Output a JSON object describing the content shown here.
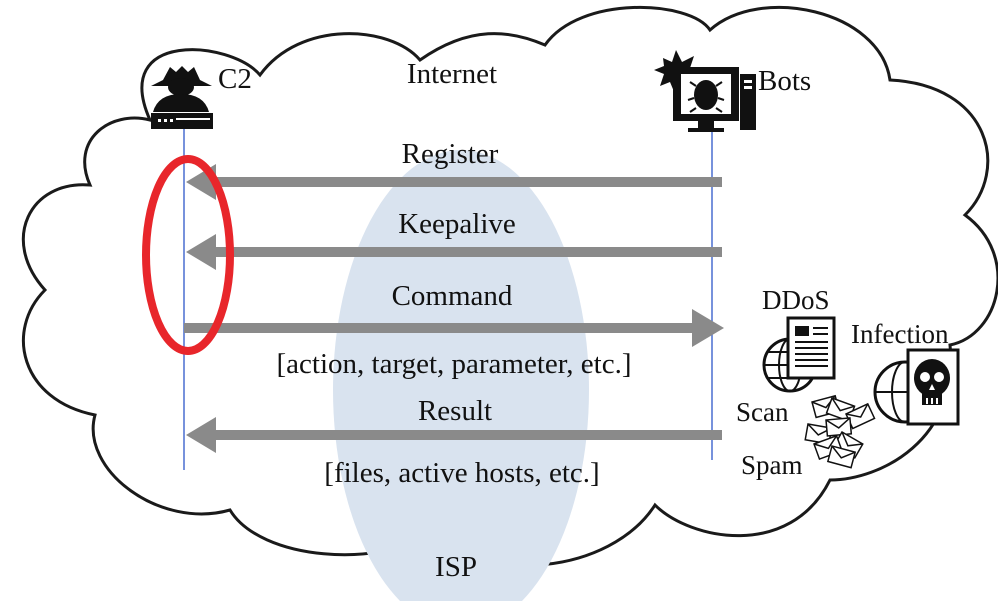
{
  "cloud_label": "Internet",
  "isp_label": "ISP",
  "c2_label": "C2",
  "bots_label": "Bots",
  "messages": {
    "register": "Register",
    "keepalive": "Keepalive",
    "command": "Command",
    "command_detail": "[action, target, parameter, etc.]",
    "result": "Result",
    "result_detail": "[files, active hosts, etc.]"
  },
  "attacks": {
    "ddos": "DDoS",
    "infection": "Infection",
    "scan": "Scan",
    "spam": "Spam"
  },
  "icons": {
    "c2": "hacker-icon",
    "bots": "infected-computer-icon",
    "ddos": "web-document-icon",
    "infection": "skull-globe-icon",
    "spam": "mail-pile-icon"
  },
  "colors": {
    "arrow": "#8a8a8a",
    "lifeline": "#4a6fd0",
    "isp_ellipse": "#d9e3ef",
    "highlight": "#e8262b"
  }
}
